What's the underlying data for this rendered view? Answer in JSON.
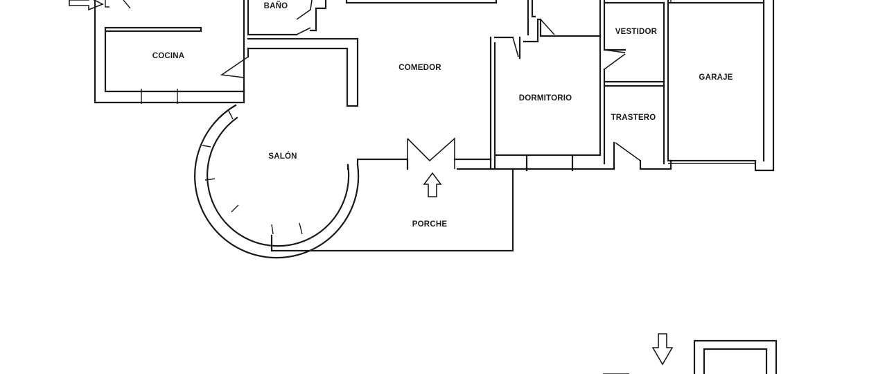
{
  "plan": {
    "rooms": {
      "bano": "BAÑO",
      "cocina": "COCINA",
      "comedor": "COMEDOR",
      "vestidor": "VESTIDOR",
      "garaje": "GARAJE",
      "dormitorio": "DORMITORIO",
      "trastero": "TRASTERO",
      "salon": "SALÓN",
      "porche": "PORCHE"
    },
    "icons": {
      "entrance_arrow": "arrow-up-icon",
      "lower_arrow": "arrow-down-icon",
      "top_left_arrow": "arrow-right-icon"
    },
    "colors": {
      "line": "#1a1a1a",
      "background": "#ffffff"
    }
  }
}
